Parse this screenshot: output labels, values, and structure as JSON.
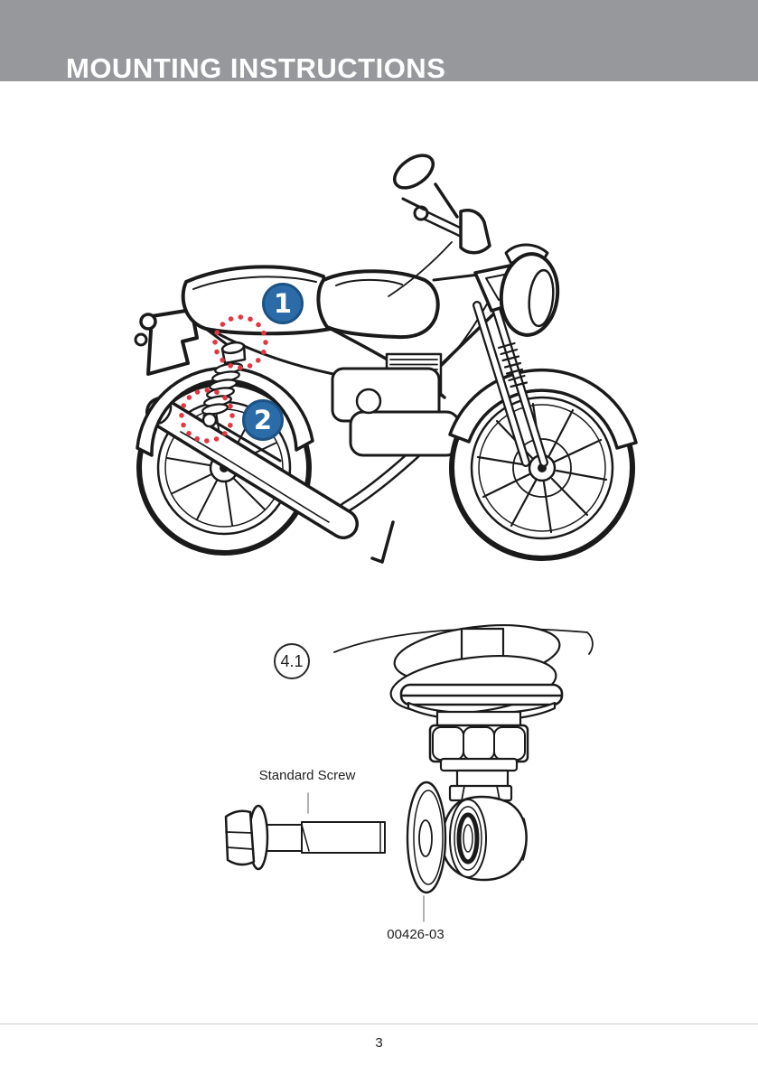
{
  "header": {
    "title": "MOUNTING INSTRUCTIONS"
  },
  "motorcycle_figure": {
    "description": "Motorcycle line art with rear shock mounting points highlighted",
    "callouts": [
      {
        "label": "1"
      },
      {
        "label": "2"
      }
    ]
  },
  "detail_figure": {
    "figure_label": "4.1",
    "screw_label": "Standard Screw",
    "part_number": "00426-03"
  },
  "footer": {
    "page_number": "3"
  },
  "colors": {
    "header_bg": "#97989b",
    "header_text": "#ffffff",
    "callout_fill": "#2b6ca8",
    "callout_border": "#1d5283",
    "highlight_red": "#e33640",
    "line_art": "#1a1a1a",
    "leader_gray": "#999999",
    "divider": "#cbcbcb"
  }
}
